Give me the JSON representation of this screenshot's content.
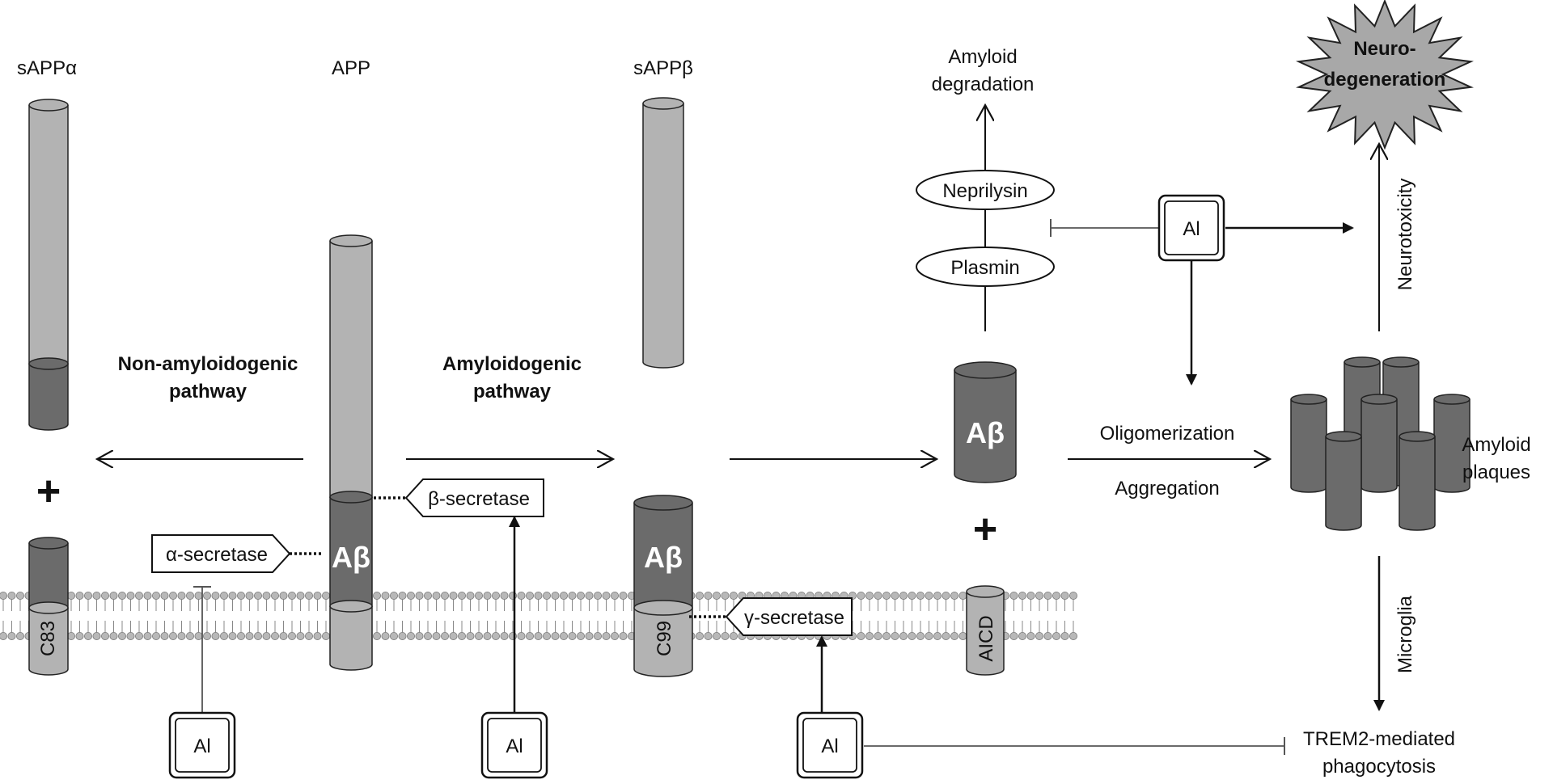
{
  "labels": {
    "sappa": "sAPPα",
    "app": "APP",
    "sappb": "sAPPβ",
    "amyloid_degradation_1": "Amyloid",
    "amyloid_degradation_2": "degradation",
    "neurodegeneration_1": "Neuro-",
    "neurodegeneration_2": "degeneration",
    "non_amyloidogenic_1": "Non-amyloidogenic",
    "non_amyloidogenic_2": "pathway",
    "amyloidogenic_1": "Amyloidogenic",
    "amyloidogenic_2": "pathway",
    "neprilysin": "Neprilysin",
    "plasmin": "Plasmin",
    "al": "Al",
    "neurotoxicity": "Neurotoxicity",
    "oligomerization": "Oligomerization",
    "aggregation": "Aggregation",
    "amyloid_plaques_1": "Amyloid",
    "amyloid_plaques_2": "plaques",
    "microglia": "Microglia",
    "trem2_1": "TREM2-mediated",
    "trem2_2": "phagocytosis",
    "alpha_secretase": "α-secretase",
    "beta_secretase": "β-secretase",
    "gamma_secretase": "γ-secretase",
    "c83": "C83",
    "c99": "C99",
    "aicd": "AICD",
    "abeta": "Aβ",
    "plus": "+"
  },
  "colors": {
    "light_cylinder": "#b3b3b3",
    "dark_cylinder": "#6b6b6b",
    "membrane_head": "#b8b8b8",
    "burst_fill": "#a8a8a8",
    "line": "#111111",
    "inhibit_line": "#555555"
  }
}
